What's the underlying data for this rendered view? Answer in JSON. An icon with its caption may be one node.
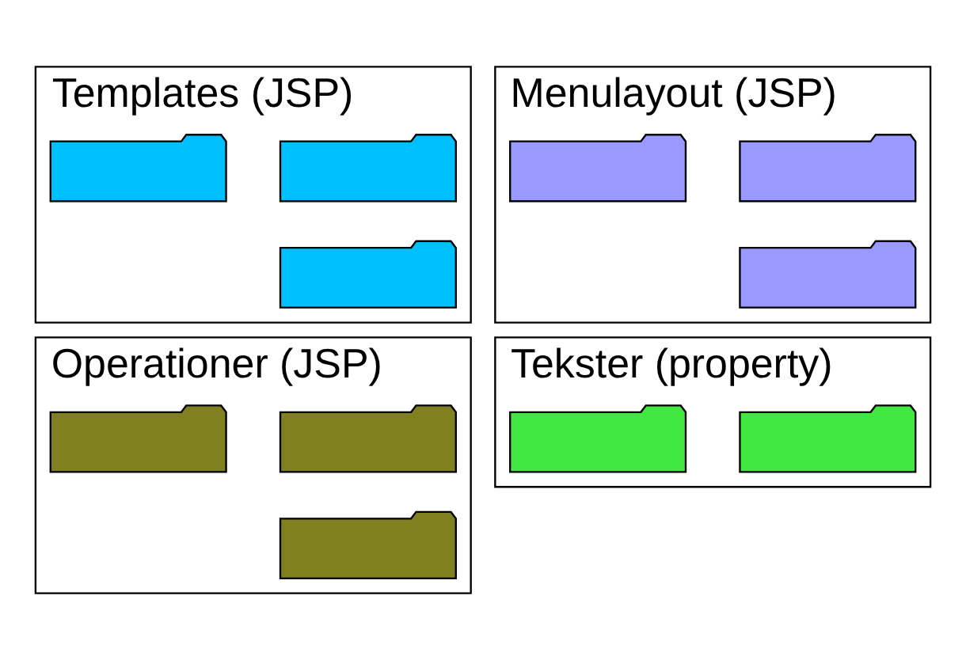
{
  "diagram": {
    "nodes": [
      {
        "text": [
          "Templates (JSP)"
        ]
      },
      {
        "text": [],
        "shape": "folder",
        "in": 0
      },
      {
        "text": [],
        "shape": "folder",
        "in": 0
      },
      {
        "text": [],
        "shape": "folder",
        "in": 0
      },
      {
        "text": [
          "Menulayout (JSP)"
        ]
      },
      {
        "text": [],
        "shape": "folder",
        "in": 4
      },
      {
        "text": [],
        "shape": "folder",
        "in": 4
      },
      {
        "text": [],
        "shape": "folder",
        "in": 4
      },
      {
        "text": [
          "Operationer (JSP)"
        ]
      },
      {
        "text": [],
        "shape": "folder",
        "in": 8
      },
      {
        "text": [],
        "shape": "folder",
        "in": 8
      },
      {
        "text": [],
        "shape": "folder",
        "in": 8
      },
      {
        "text": [
          "Tekster (property)"
        ]
      },
      {
        "text": [],
        "shape": "folder",
        "in": 12
      },
      {
        "text": [],
        "shape": "folder",
        "in": 12
      }
    ]
  }
}
